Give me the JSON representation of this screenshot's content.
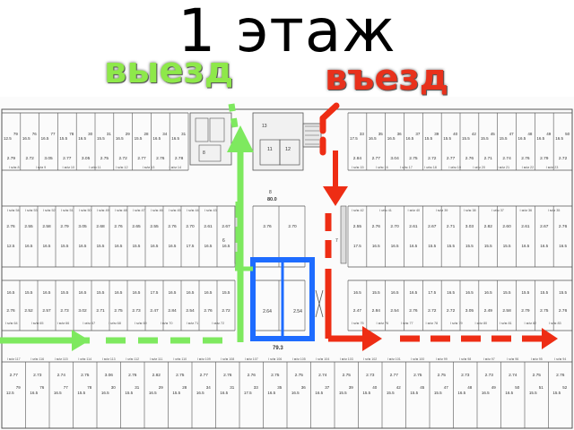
{
  "title": "1 этаж",
  "exit_label": "выезд",
  "entry_label": "въезд",
  "colors": {
    "exit_arrow": "#7ee95f",
    "entry_arrow": "#ee2d14",
    "highlight": "#1e6cff",
    "grid": "#555555",
    "title_text": "#000000"
  },
  "plan": {
    "center_number": "80.0",
    "bottom_aisle_number": "79.3",
    "row1_area_numbers": [
      "12.5",
      "16.5",
      "16.5",
      "15.5",
      "16.5",
      "15.5",
      "16.5",
      "15.5",
      "16.5",
      "16.5",
      "17.5",
      "16.5",
      "16.5",
      "16.5",
      "15.5",
      "15.5",
      "15.5",
      "15.5",
      "15.5",
      "16.5",
      "16.5",
      "16.5",
      "15.5",
      "15.5"
    ],
    "row1_spot_numbers": [
      "79",
      "76",
      "77",
      "78",
      "30",
      "31",
      "29",
      "28",
      "34",
      "31",
      "33",
      "35",
      "36",
      "37",
      "39",
      "40",
      "42",
      "45",
      "47",
      "48",
      "49",
      "50",
      "51",
      "52"
    ],
    "row1_bottom_numbers": [
      "2.79",
      "2.72",
      "3.05",
      "2.77",
      "3.05",
      "2.75",
      "2.72",
      "2.77",
      "2.76",
      "2.78",
      "2.84",
      "2.77",
      "3.04",
      "2.75",
      "2.72",
      "2.77",
      "2.76",
      "2.71",
      "2.74",
      "2.76"
    ],
    "row1_labels": [
      "I м/м 8",
      "I м/м 9",
      "I м/м 10",
      "I м/м 11",
      "I м/м 12",
      "I м/м 13",
      "I м/м 14",
      "I м/м 15",
      "I м/м 16",
      "I м/м 17",
      "I м/м 18",
      "I м/м 19",
      "I м/м 20",
      "I м/м 21",
      "I м/м 22",
      "I м/м 23"
    ],
    "row2_labels": [
      "I м/м 54",
      "I м/м 53",
      "I м/м 52",
      "I м/м 51",
      "I м/м 50",
      "I м/м 49",
      "I м/м 48",
      "I м/м 47",
      "I м/м 46",
      "I м/м 45",
      "I м/м 44",
      "I м/м 43",
      "I м/м 42",
      "I м/м 41",
      "I м/м 40",
      "I м/м 39",
      "I м/м 38",
      "I м/м 37",
      "I м/м 36",
      "I м/м 35"
    ],
    "row2_numbers": [
      "2.76",
      "2.55",
      "2.58",
      "2.79",
      "3.05",
      "2.68",
      "2.76",
      "2.65",
      "2.55",
      "2.76",
      "2.70",
      "2.61",
      "2.67",
      "2.71",
      "3.03",
      "2.82",
      "2.60",
      "2.61",
      "2.67",
      "2.76"
    ],
    "row3_numbers": [
      "2.76",
      "2.52",
      "2.57",
      "2.73",
      "3.02",
      "2.71",
      "2.75",
      "2.73",
      "2.47",
      "2.84",
      "2.54",
      "2.76",
      "2.72",
      "2.72",
      "3.05",
      "2.49",
      "2.58",
      "2.79",
      "2.75"
    ],
    "row3_labels": [
      "I м/м 64",
      "I м/м 65",
      "I м/м 66",
      "I м/м 67",
      "I м/м 68",
      "I м/м 69",
      "I м/м 70",
      "I м/м 71",
      "I м/м 72",
      "I м/м 73",
      "I м/м 74",
      "I м/м 75",
      "I м/м 76",
      "I м/м 77",
      "I м/м 78",
      "I м/м 79",
      "I м/м 80",
      "I м/м 81",
      "I м/м 82",
      "I м/м 83"
    ],
    "row4_labels": [
      "I м/м 117",
      "I м/м 116",
      "I м/м 115",
      "I м/м 114",
      "I м/м 113",
      "I м/м 112",
      "I м/м 111",
      "I м/м 110",
      "I м/м 109",
      "I м/м 108",
      "I м/м 107",
      "I м/м 106",
      "I м/м 105",
      "I м/м 104",
      "I м/м 103",
      "I м/м 102",
      "I м/м 101",
      "I м/м 100",
      "I м/м 99",
      "I м/м 98",
      "I м/м 97",
      "I м/м 96",
      "I м/м 95",
      "I м/м 94"
    ],
    "row4_numbers": [
      "2.77",
      "2.73",
      "2.74",
      "2.75",
      "3.06",
      "2.76",
      "2.82",
      "2.75",
      "2.77",
      "2.76",
      "2.76",
      "2.75",
      "2.75",
      "2.74",
      "2.75",
      "2.73",
      "2.77",
      "2.75",
      "2.75",
      "2.73",
      "2.73",
      "2.74",
      "2.75",
      "2.76"
    ],
    "highlight_numbers": [
      "2.64",
      "2.54"
    ]
  }
}
